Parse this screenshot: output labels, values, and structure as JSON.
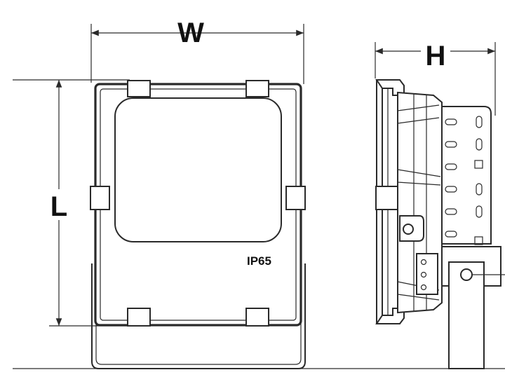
{
  "dimensions": {
    "width_label": "W",
    "height_label": "H",
    "length_label": "L"
  },
  "marking": {
    "ip_rating": "IP65"
  },
  "colors": {
    "line": "#2a2a2a",
    "background": "#ffffff"
  }
}
